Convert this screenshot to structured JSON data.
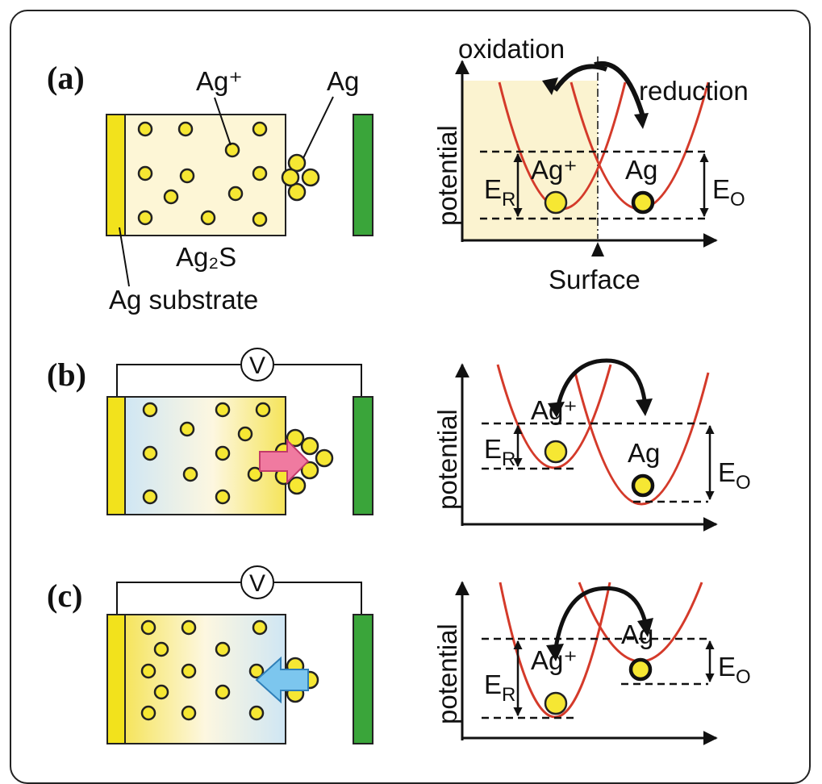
{
  "panels": [
    {
      "label": "(a)",
      "ion_label": "Ag⁺",
      "metal_label": "Ag",
      "electrolyte_label": "Ag₂S",
      "substrate_label": "Ag substrate",
      "oxidation_label": "oxidation",
      "reduction_label": "reduction",
      "axis_label": "potential",
      "surface_label": "Surface",
      "er_label": "E",
      "er_sub": "R",
      "eo_label": "E",
      "eo_sub": "O",
      "curve_ion_label": "Ag⁺",
      "curve_metal_label": "Ag"
    },
    {
      "label": "(b)",
      "voltmeter_label": "V",
      "axis_label": "potential",
      "curve_ion_label": "Ag⁺",
      "curve_metal_label": "Ag",
      "er_label": "E",
      "er_sub": "R",
      "eo_label": "E",
      "eo_sub": "O"
    },
    {
      "label": "(c)",
      "voltmeter_label": "V",
      "axis_label": "potential",
      "curve_ion_label": "Ag⁺",
      "curve_metal_label": "Ag",
      "er_label": "E",
      "er_sub": "R",
      "eo_label": "E",
      "eo_sub": "O"
    }
  ],
  "colors": {
    "substrate": "#f2e21c",
    "electrolyte": "#fdf6d6",
    "counter_electrode": "#3aa53a",
    "curve": "#d43a2a",
    "ion": "#f6e733",
    "arrow_pink": "#f07aa0",
    "arrow_blue": "#7cc6ee"
  }
}
